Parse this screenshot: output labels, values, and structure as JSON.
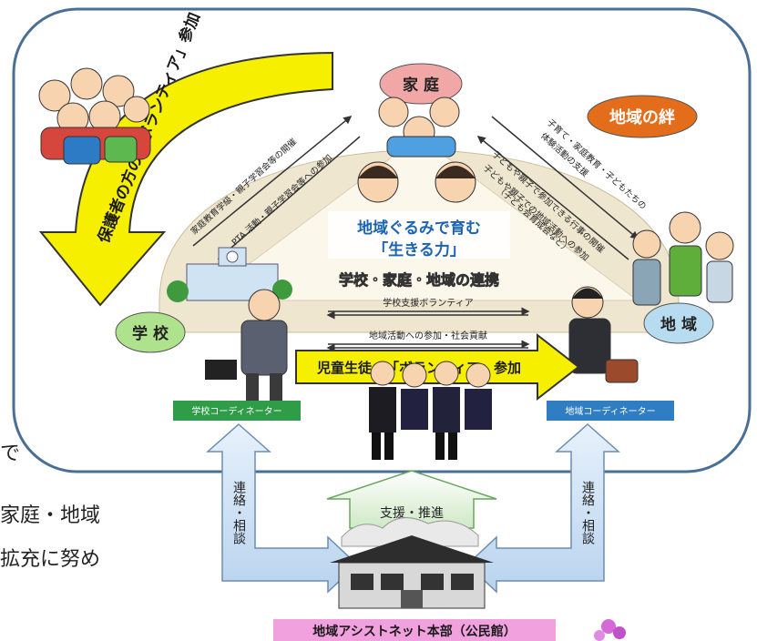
{
  "page_text": {
    "fragment_1": "で",
    "fragment_2": "家庭・地域",
    "fragment_3": "拡充に努め"
  },
  "diagram": {
    "top_arrow_label": "保護者の方の「ボランティア」参加",
    "home_label": "家 庭",
    "bond_label": "地域の絆",
    "school_label": "学 校",
    "region_label": "地 域",
    "center_title_1": "地域ぐるみで育む",
    "center_title_2": "「生きる力」",
    "center_subtitle": "学校・家庭・地域の連携",
    "left_arrow_1": "家庭教育学級・親子学習会等の開催",
    "left_arrow_2": "PTA 活動・親子学習会等への参加",
    "right_arrow_1": "子育て・家庭教育・子どもたちの",
    "right_arrow_2": "体験活動の支援",
    "right_arrow_3": "子どもや親子で参加できる行事の開催",
    "right_arrow_4": "子どもや親子での地域活動への参加",
    "right_arrow_5": "（子ども会育成会など）",
    "bottom_arrow_1": "学校支援ボランティア",
    "bottom_arrow_2": "地域活動への参加・社会貢献",
    "student_arrow_label": "児童生徒の「ボランティア」参加",
    "school_coordinator": "学校コーディネーター",
    "region_coordinator": "地域コーディネーター",
    "left_contact": "連絡・相談",
    "right_contact": "連絡・相談",
    "support_label": "支援・推進",
    "hq_label": "地域アシストネット本部（公民館）"
  },
  "colors": {
    "frame": "#4a6f96",
    "yellow_arrow": "#f6f000",
    "home_bubble": "#f2a7a7",
    "bond_bubble": "#e46d1b",
    "school_bubble": "#aee28c",
    "region_bubble": "#b8dcef",
    "coordinator_green": "#2f9c48",
    "coordinator_blue": "#2f7ec3",
    "hq_label_bg": "#f2a1df"
  }
}
